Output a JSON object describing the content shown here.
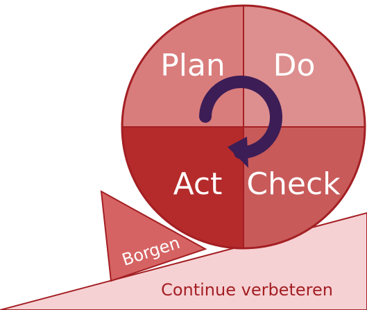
{
  "diagram": {
    "quadrants": {
      "plan": "Plan",
      "do": "Do",
      "act": "Act",
      "check": "Check"
    },
    "wedge_label": "Borgen",
    "slope_label": "Continue verbeteren",
    "colors": {
      "plan": "#d97c7c",
      "do": "#dd8f8f",
      "act": "#b52b2b",
      "check": "#c85a5a",
      "outline": "#a31f23",
      "slope_fill": "#f6d1d4",
      "wedge_fill": "#d66363",
      "arrow": "#3c1d56"
    }
  }
}
